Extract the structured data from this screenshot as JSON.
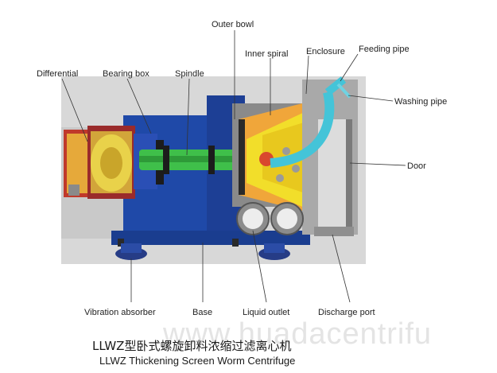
{
  "labels": {
    "outer_bowl": "Outer bowl",
    "inner_spiral": "Inner spiral",
    "enclosure": "Enclosure",
    "feeding_pipe": "Feeding pipe",
    "washing_pipe": "Washing pipe",
    "differential": "Differential",
    "bearing_box": "Bearing box",
    "spindle": "Spindle",
    "door": "Door",
    "vibration_absorber": "Vibration absorber",
    "base": "Base",
    "liquid_outlet": "Liquid outlet",
    "discharge_port": "Discharge port"
  },
  "title_cn": "LLWZ型卧式螺旋卸料浓缩过滤离心机",
  "title_en": "LLWZ Thickening Screen Worm Centrifuge",
  "watermark": "www.huadacentrifu",
  "colors": {
    "base_blue": "#1f49a8",
    "machine_gray": "#9a9a9a",
    "spindle_green": "#3fbf4a",
    "feed_cyan": "#44c4d8",
    "spiral_yellow": "#f2de2a",
    "diff_red": "#c0392b"
  }
}
